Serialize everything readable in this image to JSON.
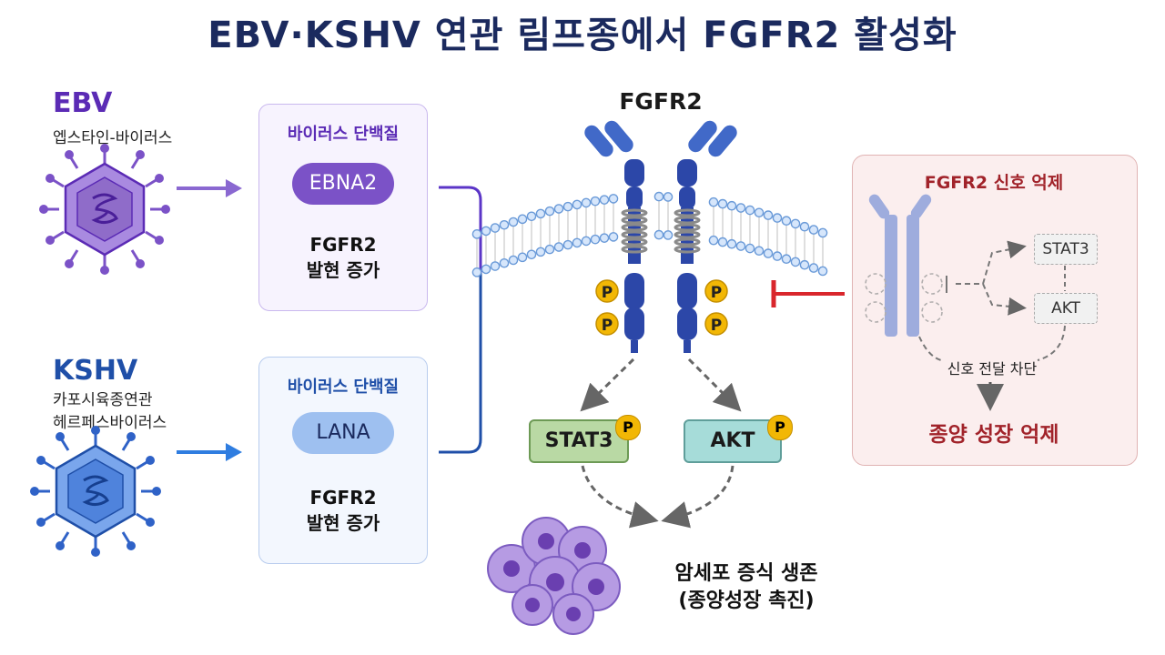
{
  "title": "EBV·KSHV 연관 림프종에서 FGFR2 활성화",
  "ebv": {
    "name": "EBV",
    "fullname": "엡스타인-바이러스"
  },
  "kshv": {
    "name": "KSHV",
    "fullname_line1": "카포시육종연관",
    "fullname_line2": "헤르페스바이러스"
  },
  "ebv_panel": {
    "header": "바이러스 단백질",
    "protein": "EBNA2",
    "effect_line1": "FGFR2",
    "effect_line2": "발현 증가"
  },
  "kshv_panel": {
    "header": "바이러스 단백질",
    "protein": "LANA",
    "effect_line1": "FGFR2",
    "effect_line2": "발현 증가"
  },
  "receptor": {
    "label": "FGFR2",
    "phospho": "P"
  },
  "downstream": {
    "stat3": "STAT3",
    "akt": "AKT",
    "phospho": "P"
  },
  "outcome": {
    "line1": "암세포 증식 생존",
    "line2": "(종양성장 촉진)"
  },
  "inhibition": {
    "title": "FGFR2 신호 억제",
    "stat3": "STAT3",
    "akt": "AKT",
    "block_label": "신호 전달 차단",
    "result": "종양 성장 억제"
  },
  "colors": {
    "title": "#1b2a5e",
    "ebv": "#5b2bb5",
    "kshv": "#1f4fa8",
    "receptor": "#2c47a8",
    "phospho": "#f2b705",
    "inhibit": "#d9262c",
    "stat3_fill": "#b9d9a4",
    "akt_fill": "#a6dcd9",
    "cell": "#8f6cc9"
  }
}
